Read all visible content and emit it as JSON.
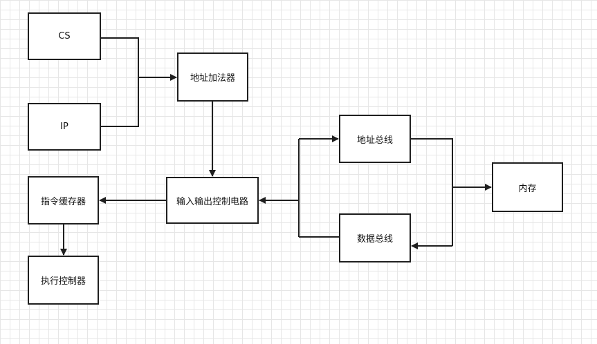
{
  "nodes": {
    "cs": "CS",
    "ip": "IP",
    "adder": "地址加法器",
    "io": "输入输出控制电路",
    "icache": "指令缓存器",
    "exec": "执行控制器",
    "abus": "地址总线",
    "dbus": "数据总线",
    "mem": "内存"
  },
  "colors": {
    "line": "#1f1f1f",
    "grid": "#e6e6e6",
    "box_border": "#1f1f1f"
  }
}
